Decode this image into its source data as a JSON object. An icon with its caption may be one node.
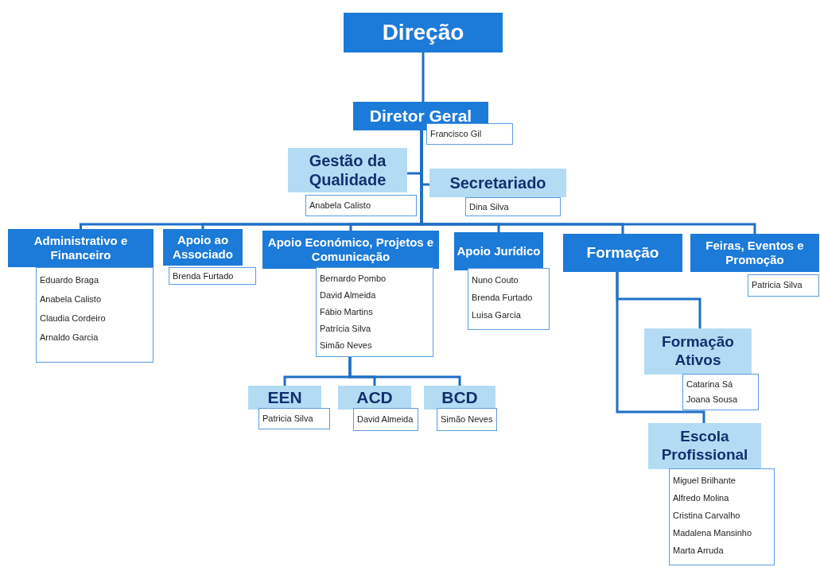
{
  "diagram": {
    "nodes": [
      {
        "text": [
          "Direção"
        ]
      },
      {
        "text": [
          "Diretor Geral"
        ],
        "beside": [
          "Francisco Gil"
        ]
      },
      {
        "text": [
          "Gestão da Qualidade"
        ],
        "beside": [
          "Anabela Calisto"
        ]
      },
      {
        "text": [
          "Secretariado"
        ],
        "beside": [
          "Dina Silva"
        ]
      },
      {
        "text": [
          "Administrativo e Financeiro"
        ],
        "beside": [
          "Eduardo Braga",
          "Anabela Calisto",
          "Claudia Cordeiro",
          "Arnaldo Garcia"
        ]
      },
      {
        "text": [
          "Apoio ao Associado"
        ],
        "beside": [
          "Brenda Furtado"
        ]
      },
      {
        "text": [
          "Apoio Económico, Projetos e Comunicação"
        ],
        "beside": [
          "Bernardo Pombo",
          "David Almeida",
          "Fábio Martins",
          "Patrícia Silva",
          "Simão Neves"
        ]
      },
      {
        "text": [
          "Apoio Jurídico"
        ],
        "beside": [
          "Nuno Couto",
          "Brenda Furtado",
          "Luisa Garcia"
        ]
      },
      {
        "text": [
          "Formação"
        ]
      },
      {
        "text": [
          "Feiras, Eventos e Promoção"
        ],
        "beside": [
          "Patricia Silva"
        ]
      },
      {
        "text": [
          "EEN"
        ],
        "beside": [
          "Patricia Silva"
        ]
      },
      {
        "text": [
          "ACD"
        ],
        "beside": [
          "David Almeida"
        ]
      },
      {
        "text": [
          "BCD"
        ],
        "beside": [
          "Simão Neves"
        ]
      },
      {
        "text": [
          "Formação Ativos"
        ],
        "beside": [
          "Catarina Sá",
          "Joana Sousa"
        ]
      },
      {
        "text": [
          "Escola Profissional"
        ],
        "beside": [
          "Miguel Brilhante",
          "Alfredo Molina",
          "Cristina Carvalho",
          "Madalena Mansinho",
          "Marta Arruda"
        ]
      }
    ],
    "edges": [
      {
        "from": 0,
        "to": 1,
        "arrow": "none"
      },
      {
        "from": 1,
        "to": 2,
        "arrow": "none"
      },
      {
        "from": 1,
        "to": 3,
        "arrow": "none"
      },
      {
        "from": 1,
        "to": 4,
        "arrow": "none"
      },
      {
        "from": 1,
        "to": 5,
        "arrow": "none"
      },
      {
        "from": 1,
        "to": 6,
        "arrow": "none"
      },
      {
        "from": 1,
        "to": 7,
        "arrow": "none"
      },
      {
        "from": 1,
        "to": 8,
        "arrow": "none"
      },
      {
        "from": 1,
        "to": 9,
        "arrow": "none"
      },
      {
        "from": 6,
        "to": 10,
        "arrow": "none"
      },
      {
        "from": 6,
        "to": 11,
        "arrow": "none"
      },
      {
        "from": 6,
        "to": 12,
        "arrow": "none"
      },
      {
        "from": 8,
        "to": 13,
        "arrow": "none"
      },
      {
        "from": 8,
        "to": 14,
        "arrow": "none"
      }
    ]
  }
}
